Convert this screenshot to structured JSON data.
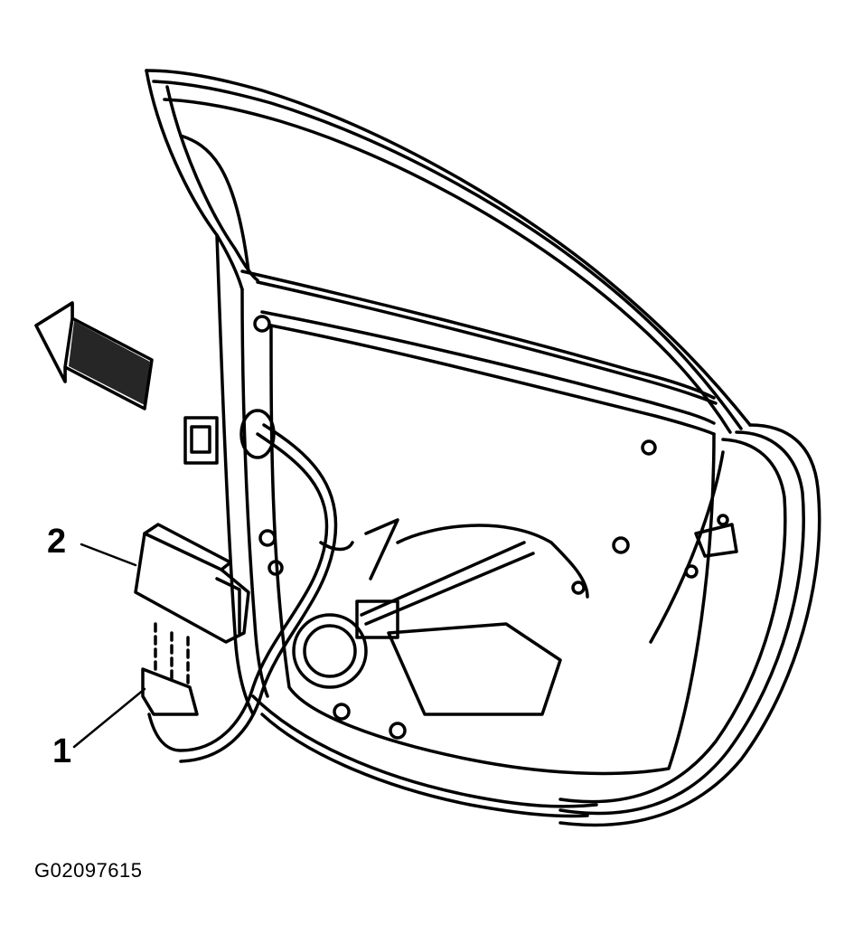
{
  "callouts": {
    "one": "1",
    "two": "2"
  },
  "figure_id": "G02097615",
  "colors": {
    "ink": "#000000",
    "paper": "#ffffff"
  }
}
